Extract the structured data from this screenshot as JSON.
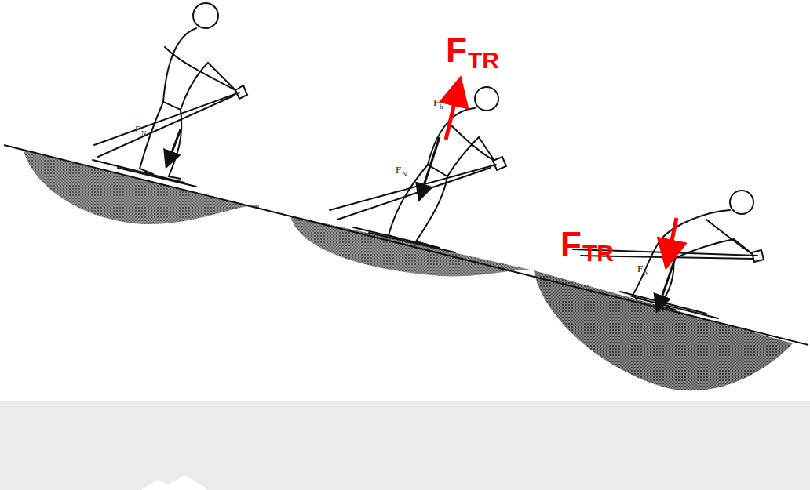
{
  "diagram": {
    "labels": [
      "F",
      "TR",
      "F",
      "TR",
      "F",
      "N",
      "F",
      "h",
      "F",
      "N",
      "F",
      "N"
    ]
  }
}
